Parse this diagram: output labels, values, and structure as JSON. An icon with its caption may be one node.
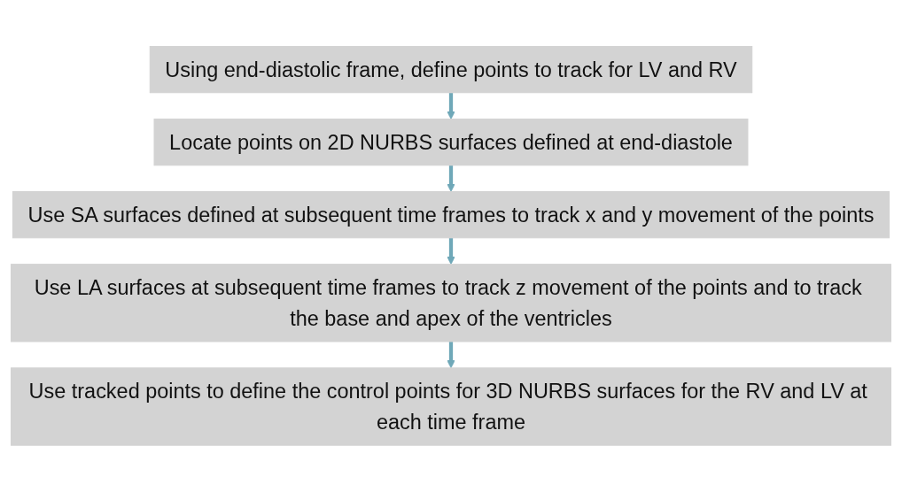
{
  "diagram": {
    "nodes": [
      {
        "text": [
          "Using end-diastolic frame, define points to track for LV and RV"
        ]
      },
      {
        "text": [
          "Locate points on 2D NURBS surfaces defined at end-diastole"
        ]
      },
      {
        "text": [
          "Use SA surfaces defined at subsequent time frames to track x and y movement of the points"
        ]
      },
      {
        "text": [
          "Use LA surfaces at subsequent time frames to track z movement of the points and to track the base and apex of the ventricles"
        ]
      },
      {
        "text": [
          "Use tracked points to define the control points for 3D NURBS surfaces for the RV and LV at each time frame"
        ]
      }
    ],
    "edges": [
      {
        "from": 0,
        "to": 1,
        "arrow": "to"
      },
      {
        "from": 1,
        "to": 2,
        "arrow": "to"
      },
      {
        "from": 2,
        "to": 3,
        "arrow": "to"
      },
      {
        "from": 3,
        "to": 4,
        "arrow": "to"
      }
    ]
  }
}
